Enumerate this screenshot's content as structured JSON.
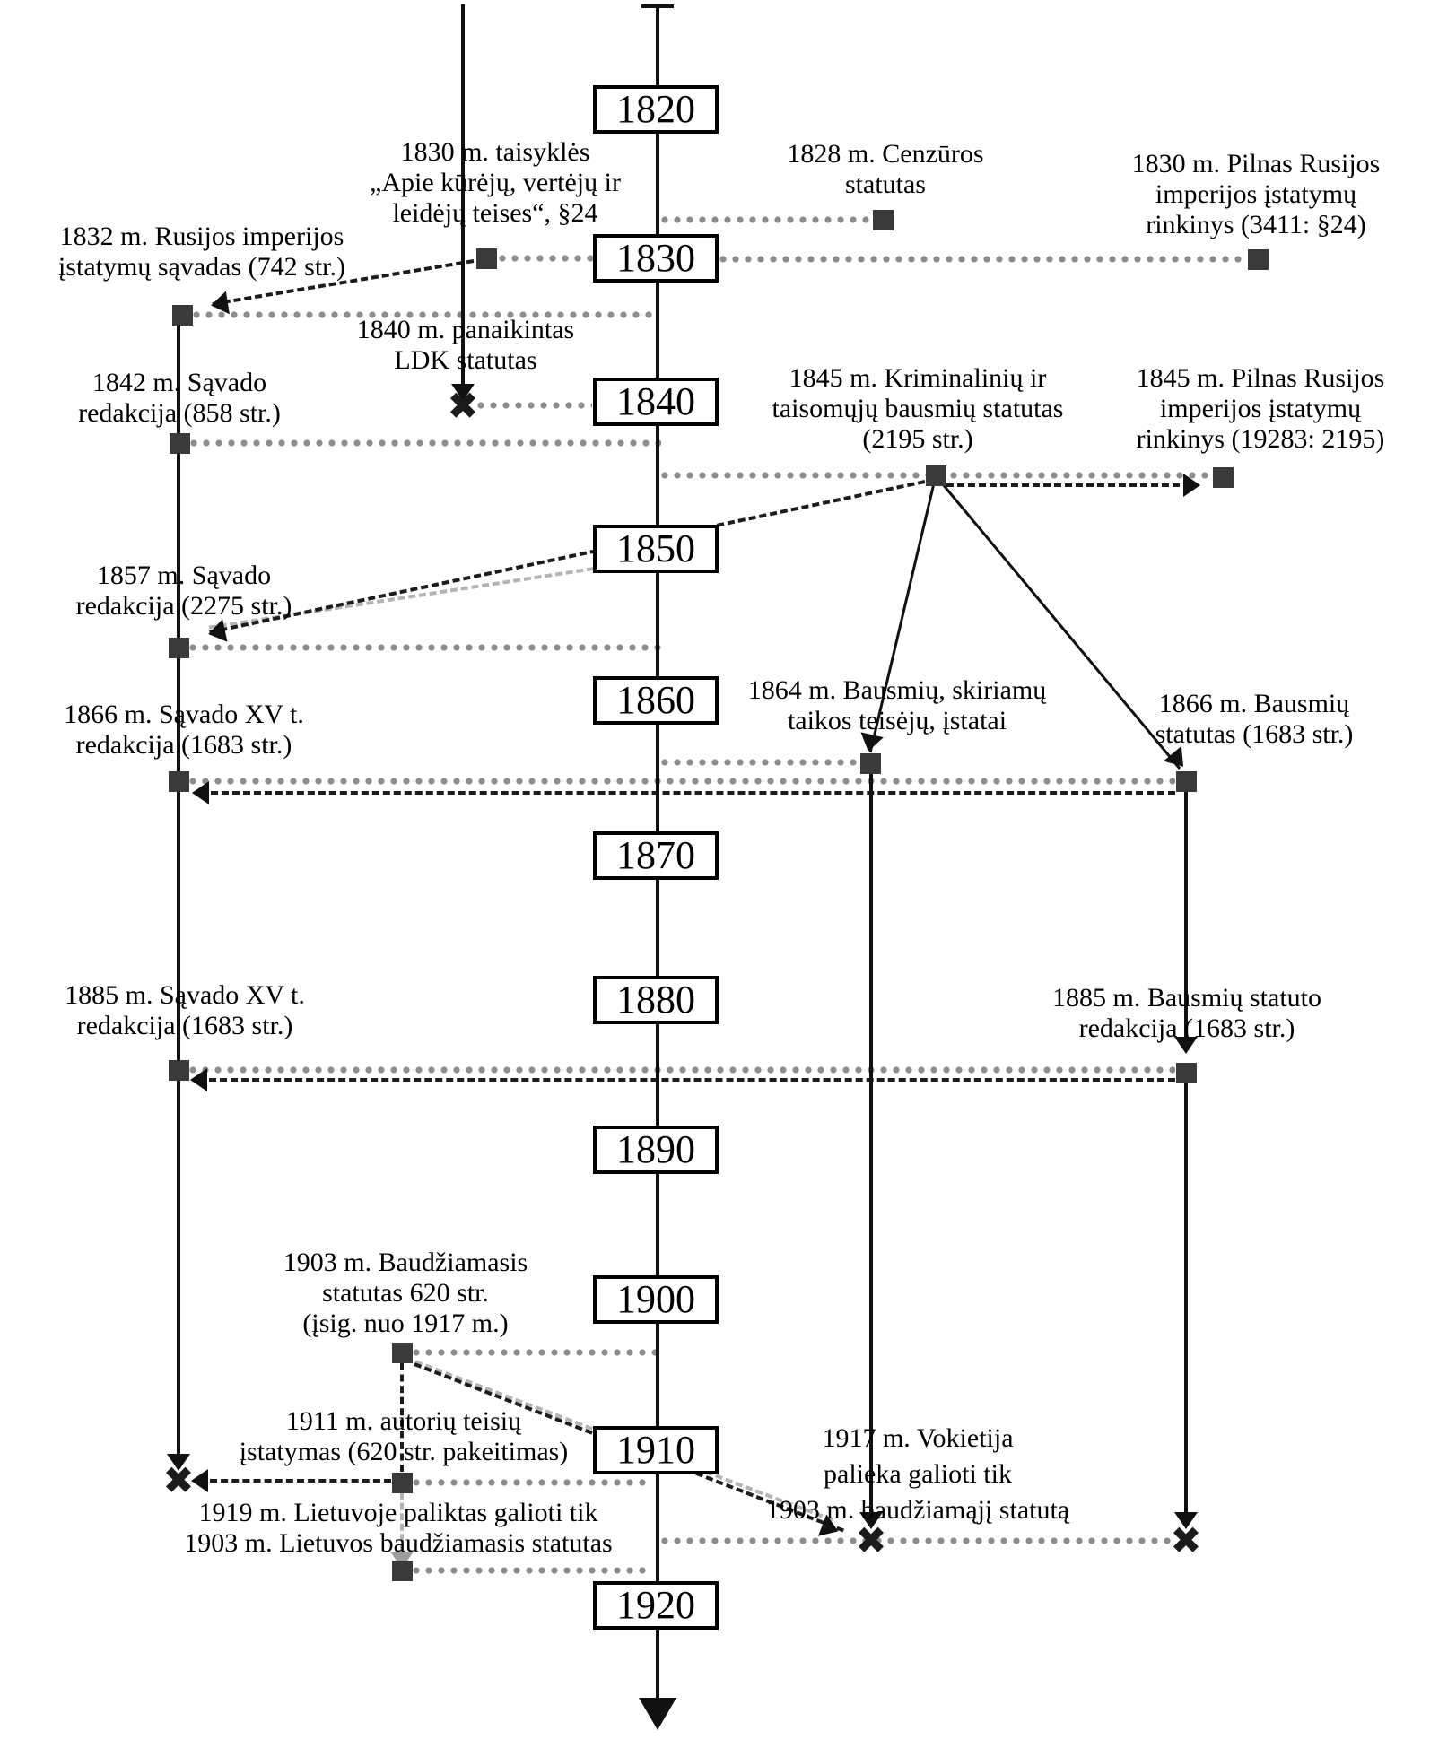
{
  "diagram": {
    "type": "timeline",
    "language": "Lithuanian",
    "x_glyph": "✖"
  },
  "colors": {
    "background": "#ffffff",
    "line": "#111111",
    "dots": "#8c8c8c",
    "marker_square": "#3a3a3a",
    "grey_dash": "#b4b4b4",
    "text": "#000000"
  },
  "timeline": {
    "decades": [
      {
        "year": "1820"
      },
      {
        "year": "1830"
      },
      {
        "year": "1840"
      },
      {
        "year": "1850"
      },
      {
        "year": "1860"
      },
      {
        "year": "1870"
      },
      {
        "year": "1880"
      },
      {
        "year": "1890"
      },
      {
        "year": "1900"
      },
      {
        "year": "1910"
      },
      {
        "year": "1920"
      }
    ]
  },
  "events": {
    "taisykles_1830": {
      "lines": [
        "1830 m. taisyklės",
        "„Apie kūrėjų, vertėjų ir",
        "leidėjų teises“, §24"
      ]
    },
    "cenzuros_1828": {
      "lines": [
        "1828 m. Cenzūros",
        "statutas"
      ]
    },
    "rinkinys_1830": {
      "lines": [
        "1830 m. Pilnas Rusijos",
        "imperijos įstatymų",
        "rinkinys (3411: §24)"
      ]
    },
    "savadas_1832": {
      "lines": [
        "1832 m. Rusijos imperijos",
        "įstatymų sąvadas (742 str.)"
      ]
    },
    "ldk_1840": {
      "lines": [
        "1840 m. panaikintas",
        "LDK statutas"
      ]
    },
    "savado_1842": {
      "lines": [
        "1842 m. Sąvado",
        "redakcija (858 str.)"
      ]
    },
    "kriminaliniu_1845": {
      "lines": [
        "1845 m. Kriminalinių ir",
        "taisomųjų bausmių statutas",
        "(2195 str.)"
      ]
    },
    "rinkinys_1845": {
      "lines": [
        "1845 m. Pilnas Rusijos",
        "imperijos įstatymų",
        "rinkinys (19283: 2195)"
      ]
    },
    "savado_1857": {
      "lines": [
        "1857 m. Sąvado",
        "redakcija (2275 str.)"
      ]
    },
    "bausmiu_1864": {
      "lines": [
        "1864 m. Bausmių, skiriamų",
        "taikos teisėjų, įstatai"
      ]
    },
    "bausmiu_1866": {
      "lines": [
        "1866 m. Bausmių",
        "statutas (1683 str.)"
      ]
    },
    "savado_1866": {
      "lines": [
        "1866 m. Sąvado XV t.",
        "redakcija (1683 str.)"
      ]
    },
    "savado_1885": {
      "lines": [
        "1885 m. Sąvado XV t.",
        "redakcija (1683 str.)"
      ]
    },
    "bausmiu_1885": {
      "lines": [
        "1885 m. Bausmių statuto",
        "redakcija (1683 str.)"
      ]
    },
    "baudziamasis_1903": {
      "lines": [
        "1903 m. Baudžiamasis",
        "statutas 620 str.",
        "(įsig. nuo 1917 m.)"
      ]
    },
    "autoriu_1911": {
      "lines": [
        "1911 m. autorių teisių",
        "įstatymas (620 str. pakeitimas)"
      ]
    },
    "vokietija_1917": {
      "lines": [
        "1917 m. Vokietija",
        "palieka galioti tik",
        "1903 m. baudžiamąjį statutą"
      ]
    },
    "lietuvoje_1919": {
      "lines": [
        "1919 m. Lietuvoje paliktas galioti tik",
        "1903 m. Lietuvos baudžiamasis statutas"
      ]
    }
  }
}
